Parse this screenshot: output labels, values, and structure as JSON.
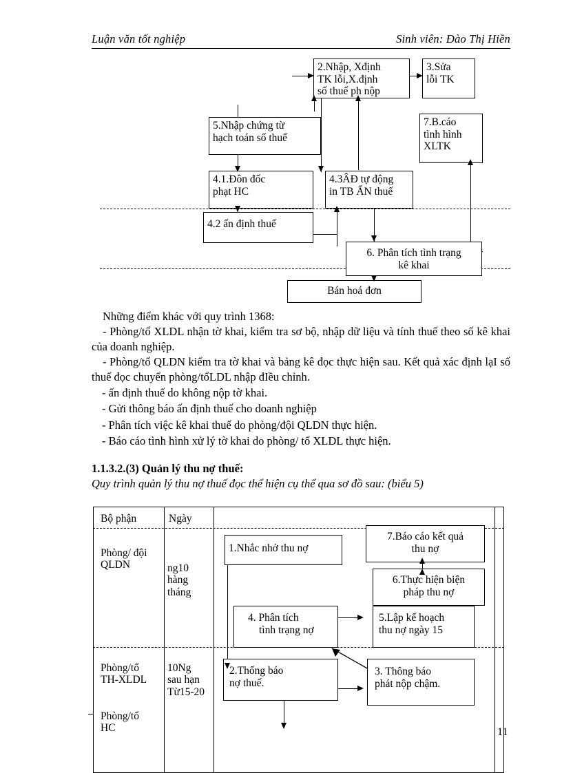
{
  "header": {
    "left": "Luận văn tốt nghiệp",
    "right": "Sinh viên: Đào Thị Hiền"
  },
  "diagram1": {
    "boxes": {
      "b2": "2.Nhập, Xđịnh TK lỗi,X.định số thuế ph nộp",
      "b2_l1": "2.Nhập, Xđịnh",
      "b2_l2": "TK lỗi,X.định",
      "b2_l3": "số thuế ph nộp",
      "b3_l1": "3.Sửa",
      "b3_l2": "lỗi TK",
      "b5_l1": "5.Nhập chứng từ",
      "b5_l2": "hạch toán số thuế",
      "b7_l1": "7.B.cáo",
      "b7_l2": "tình hình",
      "b7_l3": "XLTK",
      "b41_l1": "4.1.Đôn đốc",
      "b41_l2": "phạt HC",
      "b43_l1": "4.3ÂĐ tự động",
      "b43_l2": "in TB ẤN thuế",
      "b42": "4.2 ấn định thuế",
      "b6_l1": "6. Phân tích tình trạng",
      "b6_l2": "kê khai",
      "b8": "Bán hoá đơn"
    }
  },
  "body": {
    "intro": "Những điểm khác với quy trình 1368:",
    "p1": "- Phòng/tổ XLDL nhận tờ khai, kiểm tra sơ bộ, nhập dữ liệu và tính thuế theo số kê khai của doanh nghiệp.",
    "p2": "- Phòng/tổ QLDN kiểm tra tờ khai và bảng kê đọc  thực hiện sau. Kết quả xác định lạI số thuế đọc  chuyển phòng/tổLDL nhập đIều chỉnh.",
    "bullets": [
      "- ấn định thuế do không nộp tờ khai.",
      "- Gửi thông báo ấn định thuế cho doanh nghiệp",
      "- Phân tích việc kê khai thuế do phòng/đội QLDN thực hiện.",
      "- Báo cáo tình hình xử lý tờ khai do phòng/ tổ XLDL thực hiện."
    ],
    "section_heading": "1.1.3.2.(3) Quản lý thu nợ thuế:",
    "section_sub": "Quy trình quản lý thu nợ thuế đọc  thể hiện cụ thể qua sơ đồ sau: (biểu 5)"
  },
  "diagram2": {
    "columns": {
      "c1": "Bộ phận",
      "c2": "Ngày"
    },
    "lanes": [
      {
        "dept_l1": "Phòng/ đội",
        "dept_l2": "QLDN",
        "day_l1": "ng10",
        "day_l2": "hàng",
        "day_l3": "tháng"
      },
      {
        "dept_l1": "Phòng/tổ",
        "dept_l2": "TH-XLDL",
        "day_l1": "10Ng",
        "day_l2": "sau hạn",
        "day_l3": "Từ15-20"
      },
      {
        "dept_l1": "Phòng/tổ",
        "dept_l2": "HC",
        "day_l1": "",
        "day_l2": "",
        "day_l3": ""
      }
    ],
    "boxes": {
      "n1": "1.Nhắc nhở thu nợ",
      "n7_l1": "7.Báo cáo kết quả",
      "n7_l2": "thu nợ",
      "n6_l1": "6.Thực hiện biện",
      "n6_l2": "pháp thu nợ",
      "n4_l1": "4. Phân tích",
      "n4_l2": "tình trạng nợ",
      "n5_l1": "5.Lập kế hoạch",
      "n5_l2": "thu nợ ngày 15",
      "n2_l1": "2.Thống báo",
      "n2_l2": "nợ thuế.",
      "n3_l1": "3. Thông báo",
      "n3_l2": "phát nộp chậm."
    }
  },
  "page_number": "11"
}
